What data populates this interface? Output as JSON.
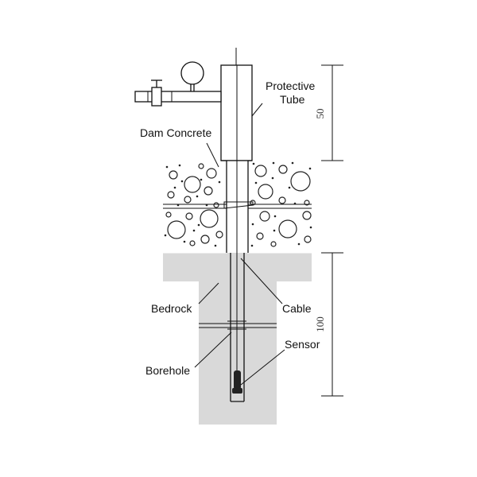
{
  "labels": {
    "protective_tube_line1": "Protective",
    "protective_tube_line2": "Tube",
    "dam_concrete": "Dam Concrete",
    "bedrock": "Bedrock",
    "cable": "Cable",
    "sensor": "Sensor",
    "borehole": "Borehole"
  },
  "dimensions": {
    "upper": "50",
    "lower": "100"
  },
  "colors": {
    "bedrock_fill": "#d9d9d9",
    "concrete_fill": "#ffffff",
    "line": "#111111"
  },
  "icons": {
    "pressure_gauge": "pressure-gauge-icon",
    "valve": "valve-icon",
    "sensor": "sensor-icon"
  }
}
